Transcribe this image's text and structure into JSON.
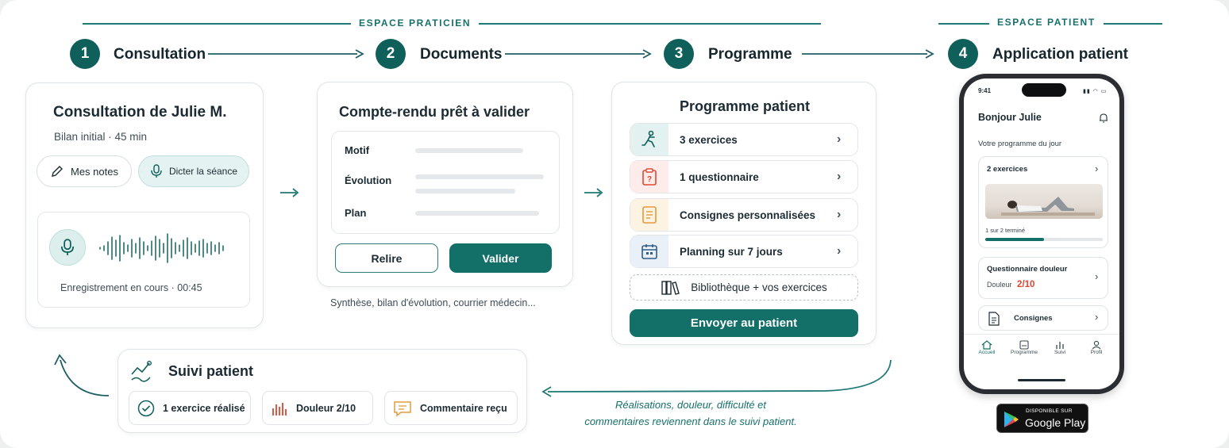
{
  "sections": {
    "praticien": "ESPACE PRATICIEN",
    "patient": "ESPACE PATIENT"
  },
  "steps": [
    {
      "number": "1",
      "title": "Consultation"
    },
    {
      "number": "2",
      "title": "Documents"
    },
    {
      "number": "3",
      "title": "Programme"
    },
    {
      "number": "4",
      "title": "Application patient"
    }
  ],
  "consultation": {
    "title": "Consultation de Julie M.",
    "subtitle": "Bilan initial · 45 min",
    "notes_label": "Mes notes",
    "dictate_label": "Dicter la séance",
    "recording_status": "Enregistrement en cours",
    "recording_time": "00:45"
  },
  "documents": {
    "title": "Compte-rendu prêt à valider",
    "fields": [
      "Motif",
      "Évolution",
      "Plan"
    ],
    "reread_label": "Relire",
    "validate_label": "Valider",
    "caption": "Synthèse, bilan d'évolution, courrier médecin..."
  },
  "programme": {
    "title": "Programme patient",
    "items": [
      {
        "label": "3 exercices",
        "icon": "exercise-icon"
      },
      {
        "label": "1 questionnaire",
        "icon": "clipboard-question-icon"
      },
      {
        "label": "Consignes personnalisées",
        "icon": "notes-icon"
      },
      {
        "label": "Planning sur 7 jours",
        "icon": "calendar-icon"
      }
    ],
    "library_label": "Bibliothèque + vos exercices",
    "send_label": "Envoyer au patient"
  },
  "phone": {
    "time": "9:41",
    "greeting": "Bonjour Julie",
    "program_label": "Votre programme du jour",
    "exercises_title": "2 exercices",
    "progress_label": "1 sur 2 terminé",
    "progress_fraction": 0.5,
    "questionnaire_title": "Questionnaire douleur",
    "pain_label": "Douleur",
    "pain_value": "2/10",
    "consignes_label": "Consignes",
    "nav": [
      "Accueil",
      "Programme",
      "Suivi",
      "Profil"
    ]
  },
  "store_badge": {
    "top": "DISPONIBLE SUR",
    "name": "Google Play"
  },
  "suivi": {
    "title": "Suivi patient",
    "metrics": [
      {
        "label": "1 exercice réalisé",
        "icon": "check-circle-icon"
      },
      {
        "label": "Douleur 2/10",
        "icon": "pain-bars-icon"
      },
      {
        "label": "Commentaire reçu",
        "icon": "comment-icon"
      }
    ]
  },
  "feedback_caption": [
    "Réalisations, douleur, difficulté et",
    "commentaires reviennent dans le suivi patient."
  ],
  "colors": {
    "teal": "#0f5f5b",
    "accent_red": "#e0462f",
    "orange": "#e69a3a"
  }
}
